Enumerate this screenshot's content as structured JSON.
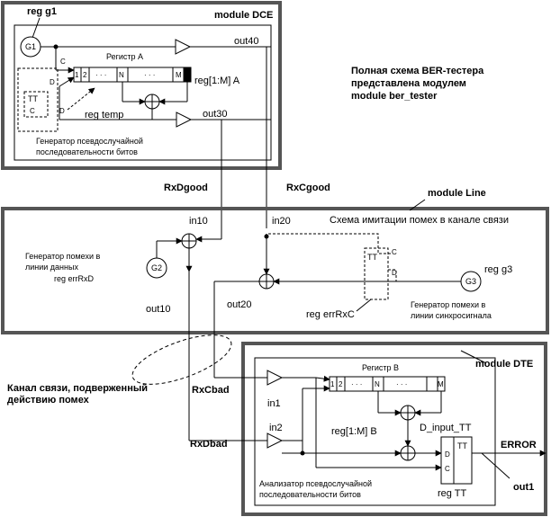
{
  "modules": {
    "dce": "module DCE",
    "line": "module Line",
    "dte": "module DTE"
  },
  "note": {
    "line1": "Полная схема BER-тестера",
    "line2": "представлена модулем",
    "line3": "module ber_tester"
  },
  "dce": {
    "reg_g1": "reg g1",
    "g1": "G1",
    "register_title": "Регистр A",
    "reg_cells": [
      "1",
      "2",
      "· · ·",
      "N",
      "· · ·",
      "M"
    ],
    "reg_label": "reg[1:M] A",
    "out40": "out40",
    "out30": "out30",
    "c": "C",
    "d": "D",
    "tt": "TT",
    "tt_c": "C",
    "tt_d": "D",
    "reg_temp": "reg temp",
    "gen_line1": "Генератор псевдослучайной",
    "gen_line2": "последовательности битов"
  },
  "signals": {
    "rxdgood": "RxDgood",
    "rxcgood": "RxCgood",
    "rxcbad": "RxCbad",
    "rxdbad": "RxDbad",
    "error": "ERROR",
    "out1": "out1"
  },
  "line": {
    "scheme_title": "Схема имитации помех в канале связи",
    "in10": "in10",
    "in20": "in20",
    "out10": "out10",
    "out20": "out20",
    "g2": "G2",
    "g3": "G3",
    "reg_g3": "reg g3",
    "gen_data_1": "Генератор помехи в",
    "gen_data_2": "линии данных",
    "gen_data_3": "reg errRxD",
    "tt": "TT",
    "tt_c": "C",
    "tt_d": "D",
    "reg_errrxc": "reg errRxC",
    "gen_sync_1": "Генератор помехи в",
    "gen_sync_2": "линии синхросигнала"
  },
  "channel": {
    "line1": "Канал связи, подверженный",
    "line2": "действию помех"
  },
  "dte": {
    "register_title": "Регистр B",
    "reg_cells": [
      "1",
      "2",
      "· · ·",
      "N",
      "· · ·",
      "M"
    ],
    "reg_label": "reg[1:M] B",
    "in1": "in1",
    "in2": "in2",
    "d_input": "D_input_TT",
    "tt": "TT",
    "tt_d": "D",
    "tt_c": "C",
    "reg_tt": "reg TT",
    "an_line1": "Анализатор псевдослучайной",
    "an_line2": "последовательности битов"
  }
}
